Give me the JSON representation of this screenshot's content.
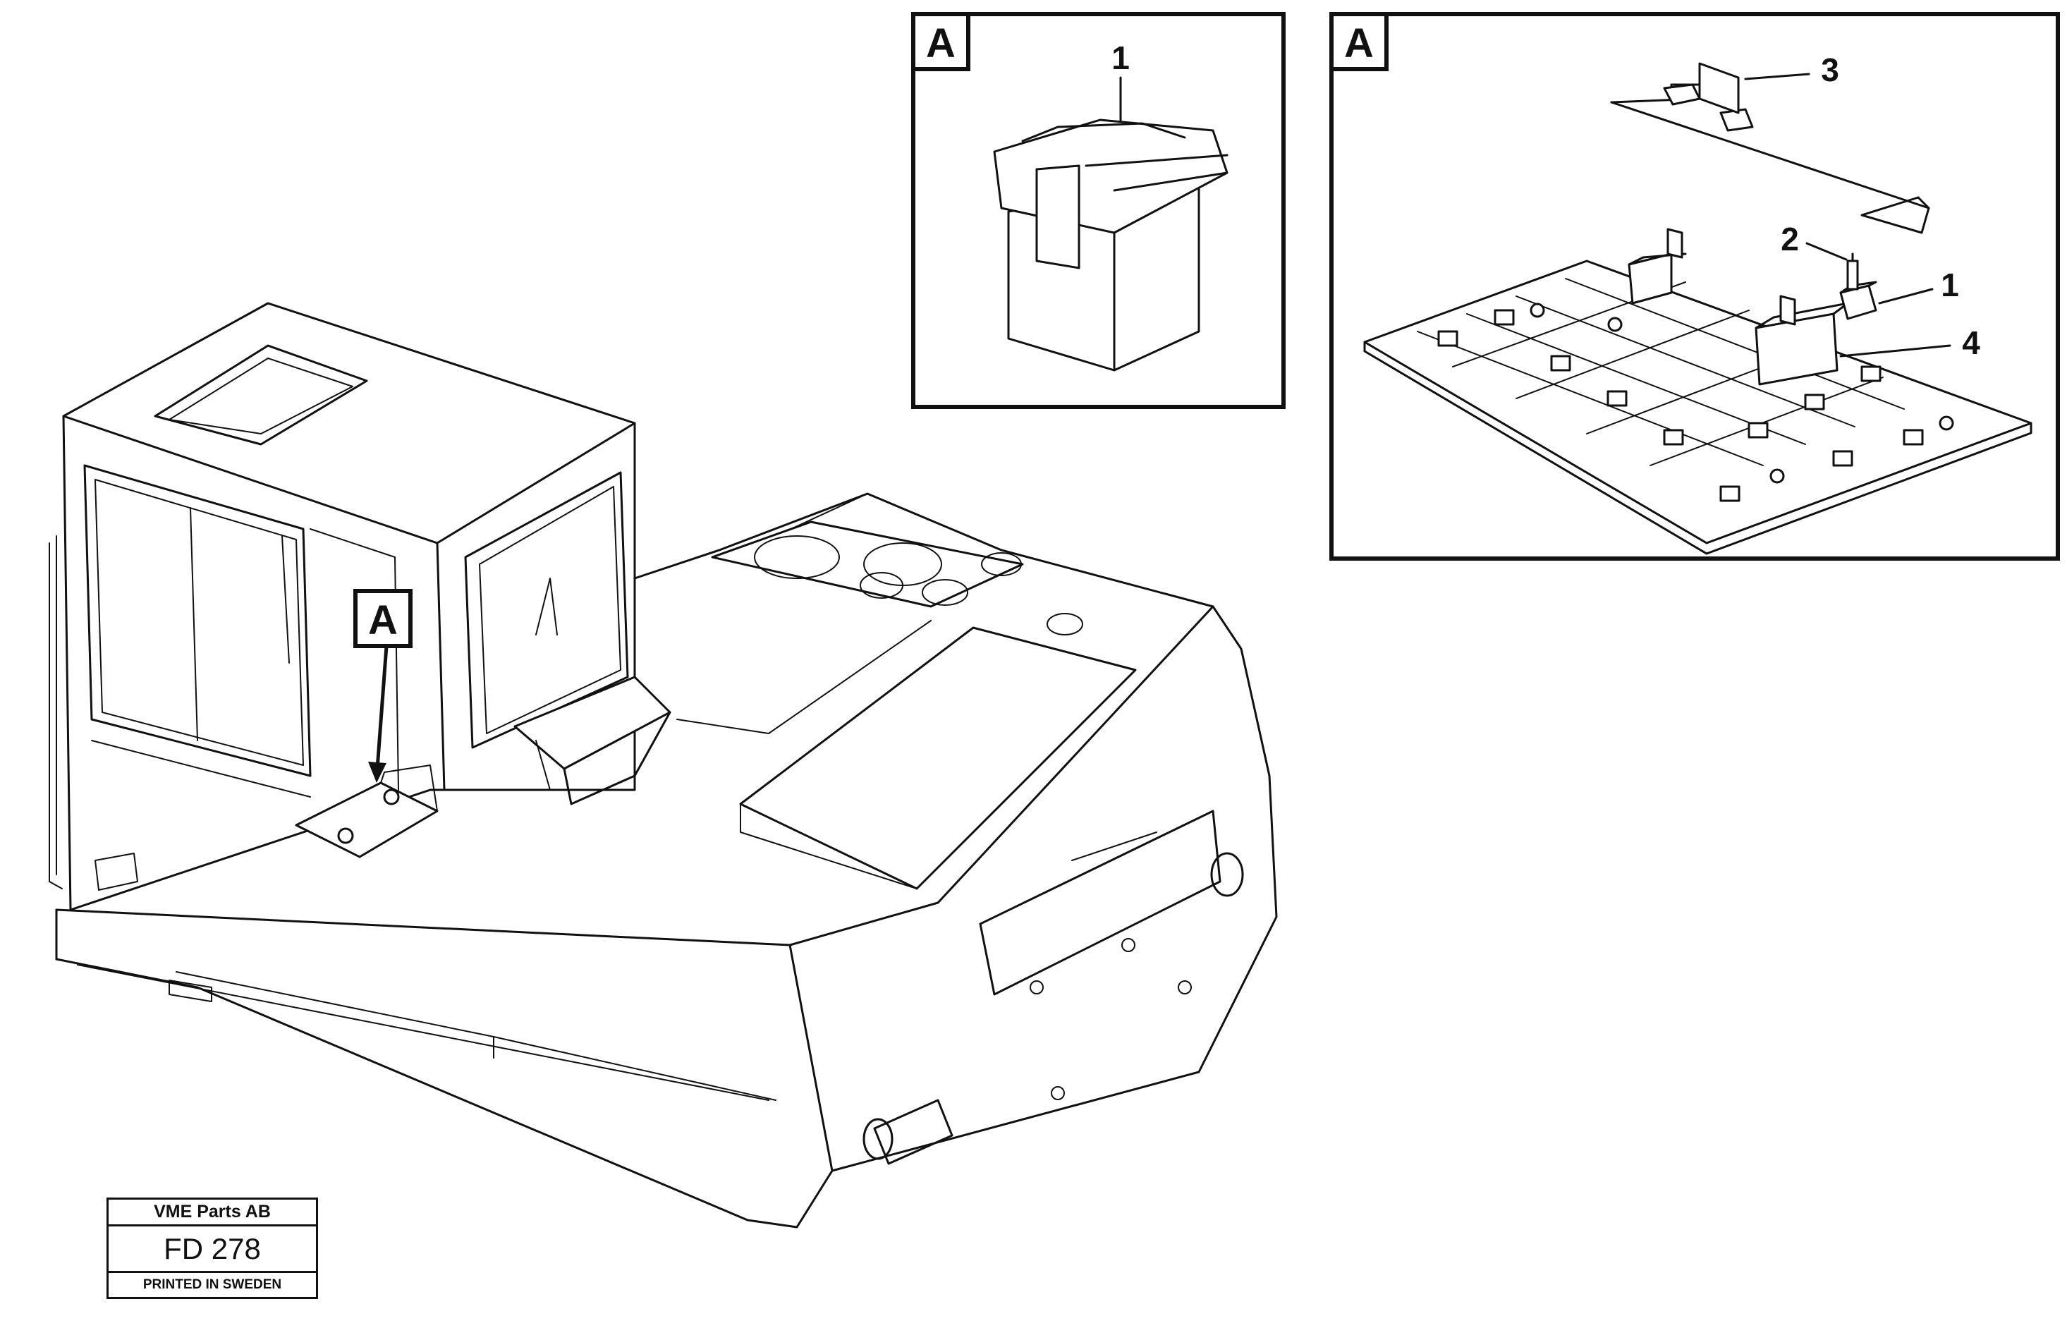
{
  "detail_marker": "A",
  "detail_panel_1": {
    "marker": "A",
    "callouts": [
      "1"
    ]
  },
  "detail_panel_2": {
    "marker": "A",
    "callouts": [
      "3",
      "2",
      "1",
      "4"
    ]
  },
  "title_block": {
    "company": "VME Parts AB",
    "drawing_code": "FD 278",
    "printed": "PRINTED IN SWEDEN"
  }
}
